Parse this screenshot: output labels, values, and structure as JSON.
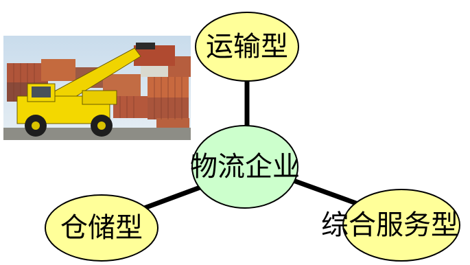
{
  "diagram": {
    "center": {
      "label": "物流企业",
      "fill": "#ccffcc"
    },
    "nodes": [
      {
        "id": "transport",
        "label": "运输型",
        "fill": "#ffff99"
      },
      {
        "id": "storage",
        "label": "仓储型",
        "fill": "#ffff99"
      },
      {
        "id": "integrated",
        "label": "综合服务型",
        "fill": "#ffff99"
      }
    ],
    "edge_color": "#000000",
    "node_stroke": "#000000",
    "photo": {
      "subject": "yellow container reach-stacker forklift lifting a shipping container in a container yard"
    }
  }
}
